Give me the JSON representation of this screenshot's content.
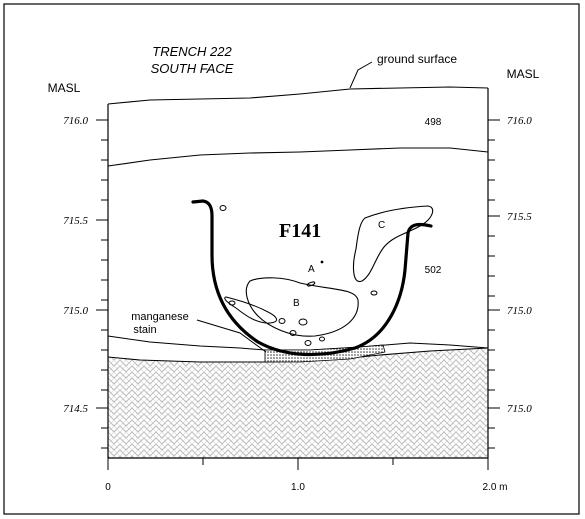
{
  "title_line1": "TRENCH 222",
  "title_line2": "SOUTH FACE",
  "masl_left": "MASL",
  "masl_right": "MASL",
  "ground_surface_label": "ground surface",
  "feature_label": "F141",
  "manganese_label_line1": "manganese",
  "manganese_label_line2": "stain",
  "layer_numbers": {
    "upper": "498",
    "lower": "502"
  },
  "inclusions": {
    "a": "A",
    "b": "B",
    "c": "C"
  },
  "left_elevations": [
    "716.0",
    "715.5",
    "715.0",
    "714.5"
  ],
  "right_elevations": [
    "716.0",
    "715.5",
    "715.0",
    "715.0"
  ],
  "x_axis_labels": [
    "0",
    "1.0",
    "2.0 m"
  ]
}
